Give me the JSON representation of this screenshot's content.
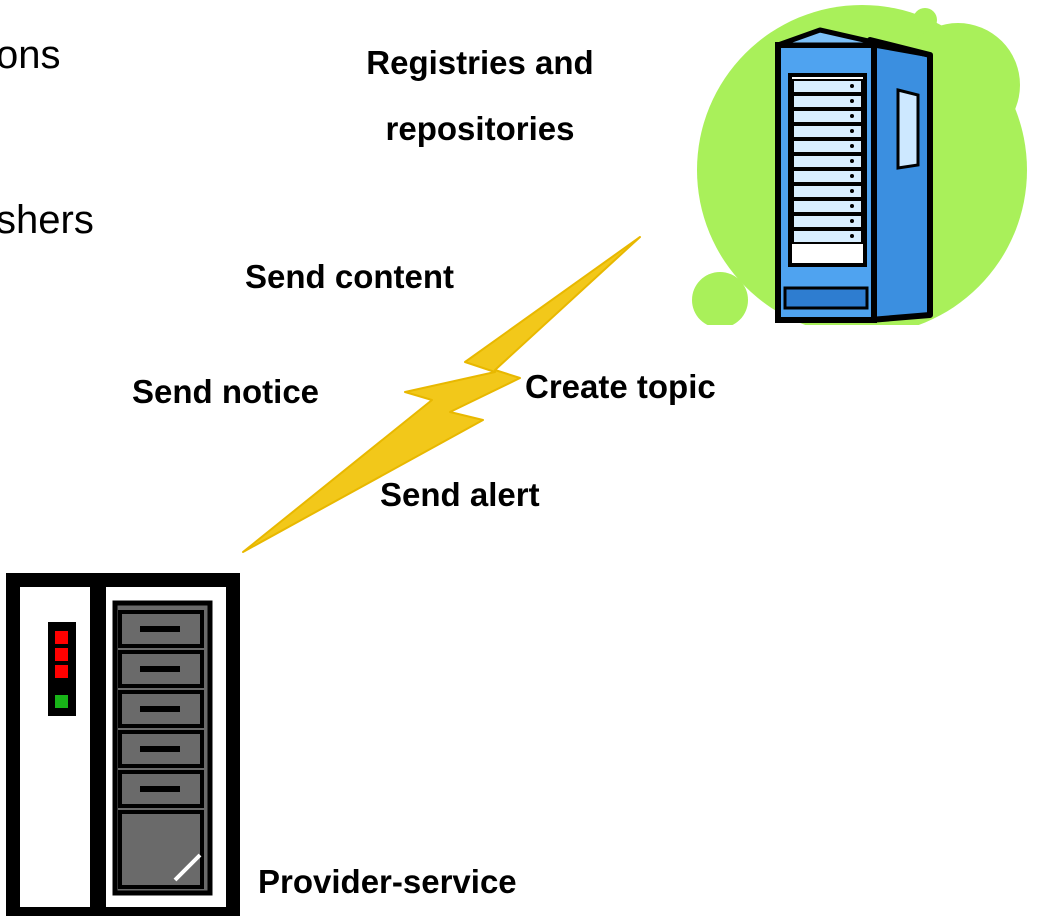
{
  "slide_text": {
    "line1": "ons",
    "line2": "shers"
  },
  "diagram": {
    "registry_label_line1": "Registries and",
    "registry_label_line2": "repositories",
    "provider_label": "Provider-service",
    "actions": {
      "send_content": "Send content",
      "send_notice": "Send notice",
      "create_topic": "Create topic",
      "send_alert": "Send alert"
    }
  },
  "colors": {
    "blob_green": "#A9F05A",
    "registry_blue": "#4FA3F0",
    "lightning_yellow": "#F2C81A",
    "provider_gray": "#6A6A6A",
    "led_red": "#FF0000",
    "led_green": "#18B418"
  },
  "icons": {
    "registry": "server-rack-icon",
    "provider": "server-tower-icon",
    "link": "lightning-bolt-icon"
  }
}
